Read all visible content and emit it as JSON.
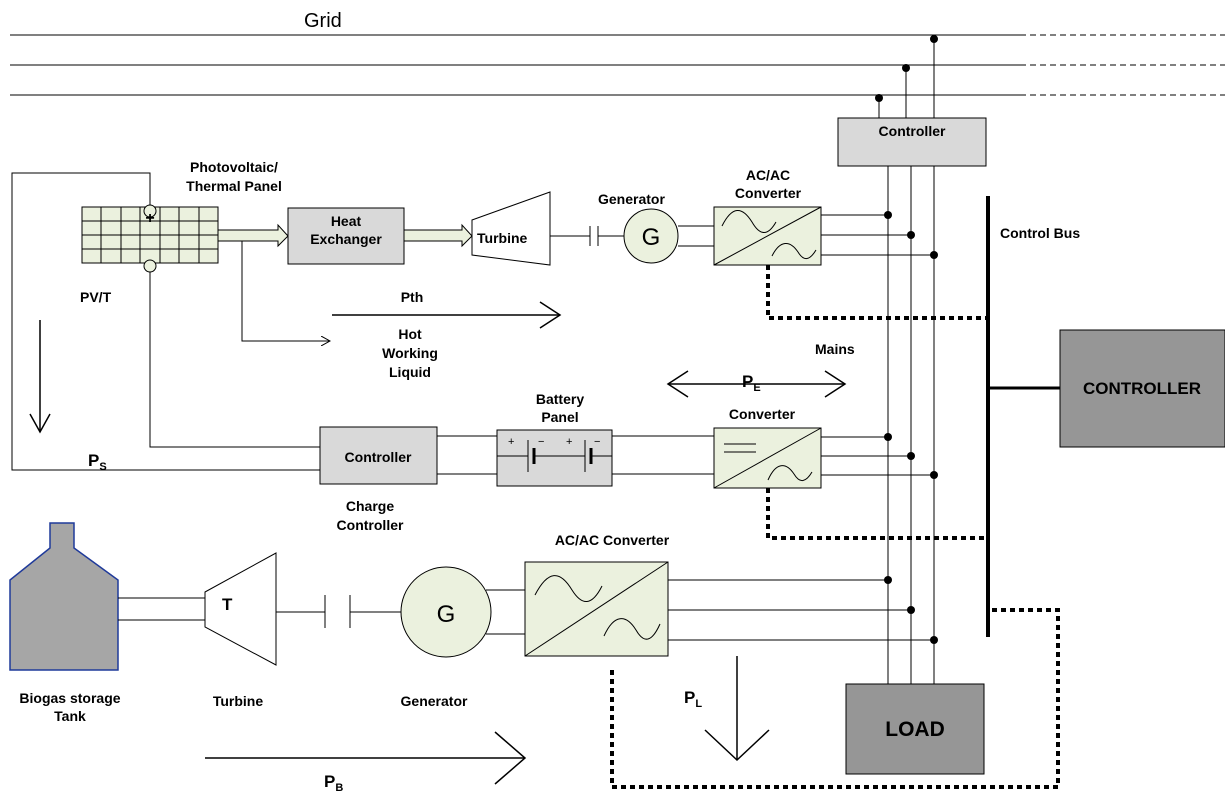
{
  "labels": {
    "grid": "Grid",
    "controller_top": "Controller",
    "pvt_panel_line1": "Photovoltaic/",
    "pvt_panel_line2": "Thermal Panel",
    "pvt": "PV/T",
    "heat_exchanger_line1": "Heat",
    "heat_exchanger_line2": "Exchanger",
    "turbine_top": "Turbine",
    "generator_top": "Generator",
    "generator_top_symbol": "G",
    "acac_top_line1": "AC/AC",
    "acac_top_line2": "Converter",
    "control_bus": "Control Bus",
    "pth": "Pth",
    "hot_liquid_line1": "Hot",
    "hot_liquid_line2": "Working",
    "hot_liquid_line3": "Liquid",
    "mains": "Mains",
    "controller_main": "CONTROLLER",
    "battery_line1": "Battery",
    "battery_line2": "Panel",
    "pe": "P",
    "pe_sub": "E",
    "converter_mid": "Converter",
    "charge_controller_box": "Controller",
    "charge_controller_line1": "Charge",
    "charge_controller_line2": "Controller",
    "ps": "P",
    "ps_sub": "S",
    "acac_bottom": "AC/AC Converter",
    "biogas_line1": "Biogas storage",
    "biogas_line2": "Tank",
    "turbine_bottom_symbol": "T",
    "turbine_bottom": "Turbine",
    "generator_bottom_symbol": "G",
    "generator_bottom": "Generator",
    "pl": "P",
    "pl_sub": "L",
    "load": "LOAD",
    "pb": "P",
    "pb_sub": "B"
  }
}
